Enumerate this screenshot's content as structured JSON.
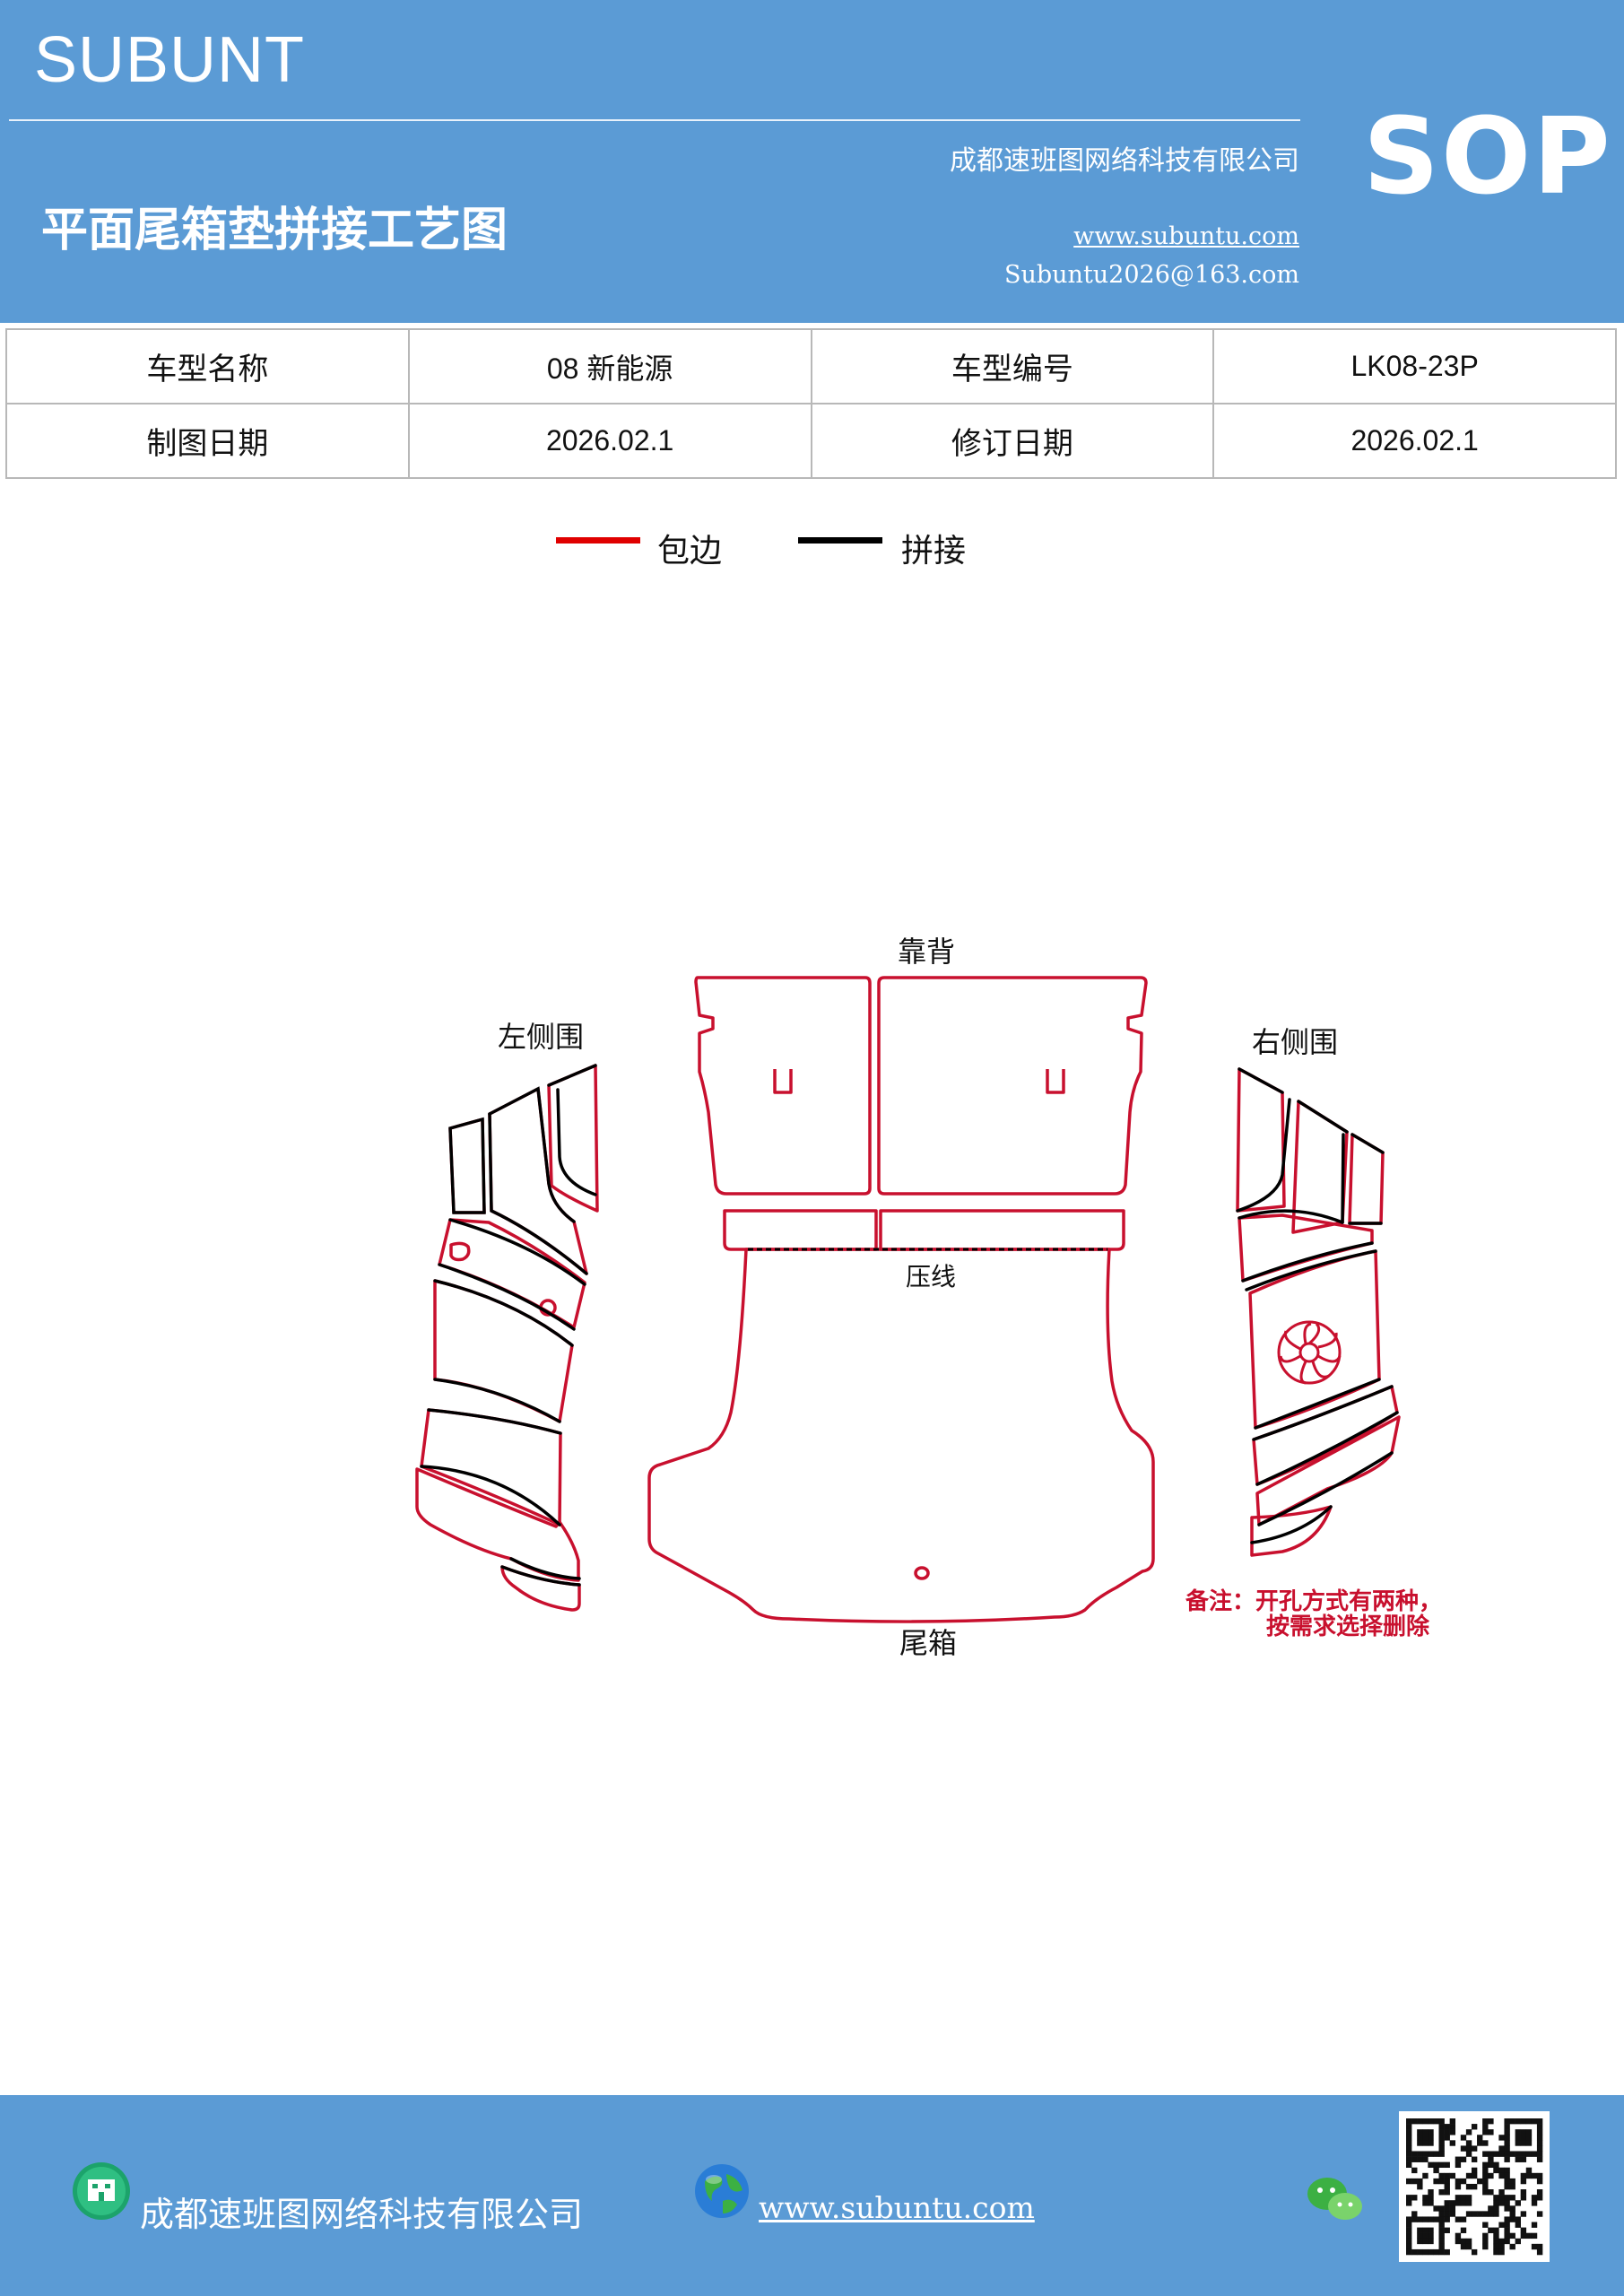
{
  "header": {
    "brand": "SUBUNT",
    "tag": "SOP",
    "title": "平面尾箱垫拼接工艺图",
    "company": "成都速班图网络科技有限公司",
    "website": "www.subuntu.com",
    "email": "Subuntu2026@163.com"
  },
  "info_table": {
    "rows": [
      [
        "车型名称",
        "08 新能源",
        "车型编号",
        "LK08-23P"
      ],
      [
        "制图日期",
        "2026.02.1",
        "修订日期",
        "2026.02.1"
      ]
    ]
  },
  "legend": [
    {
      "label": "包边",
      "color": "#e00000"
    },
    {
      "label": "拼接",
      "color": "#000000"
    }
  ],
  "diagram": {
    "labels": {
      "backrest": "靠背",
      "left_side": "左侧围",
      "right_side": "右侧围",
      "crease": "压线",
      "trunk": "尾箱"
    },
    "note_line1": "备注：开孔方式有两种，",
    "note_line2": "按需求选择删除",
    "edge_color": "#c8102e",
    "seam_color": "#000000"
  },
  "footer": {
    "company": "成都速班图网络科技有限公司",
    "website": "www.subuntu.com",
    "icons": [
      "building-icon",
      "globe-icon",
      "wechat-icon",
      "qr-code"
    ]
  }
}
